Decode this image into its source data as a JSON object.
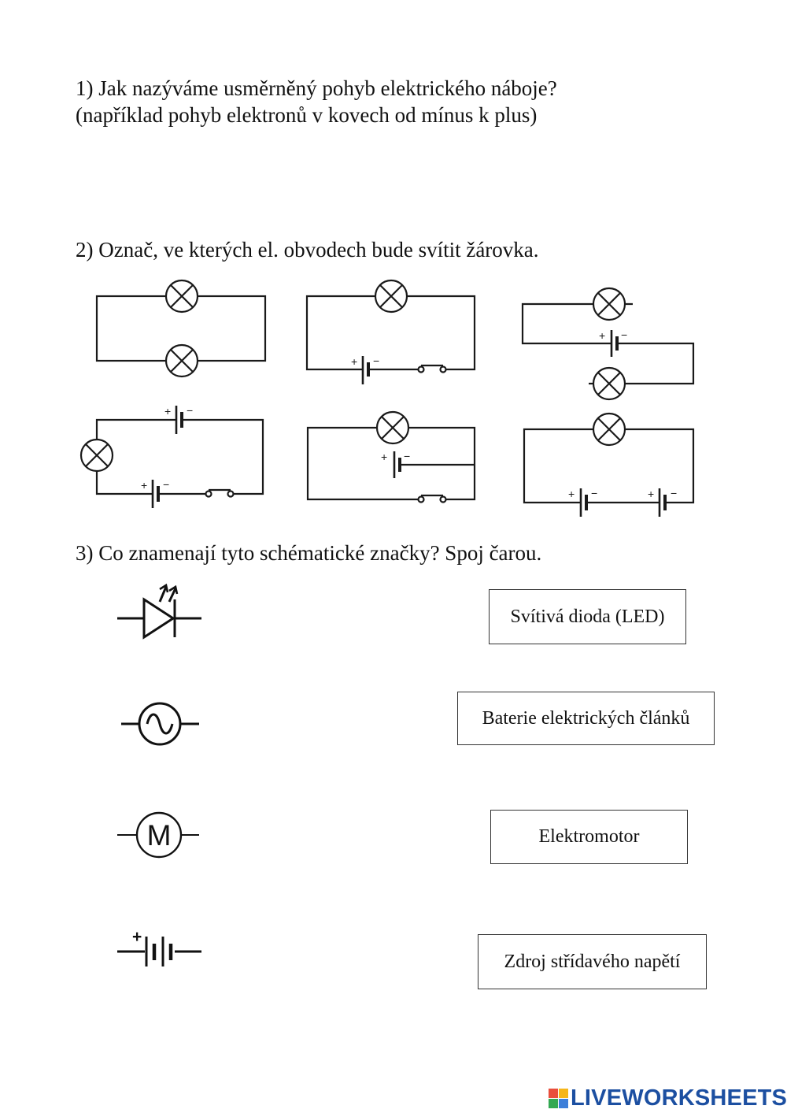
{
  "q1": {
    "line1": "1) Jak nazýváme usměrněný pohyb elektrického náboje?",
    "line2": "(například pohyb elektronů v kovech od mínus k plus)"
  },
  "q2": {
    "text": "2) Označ, ve kterých el. obvodech bude svítit žárovka.",
    "circuit_labels": {
      "plus": "+",
      "minus": "−"
    }
  },
  "q3": {
    "text": "3) Co znamenají tyto schématické značky? Spoj čarou.",
    "symbols": [
      {
        "icon": "led-symbol-icon"
      },
      {
        "icon": "ac-source-symbol-icon"
      },
      {
        "icon": "motor-symbol-icon",
        "label": "M"
      },
      {
        "icon": "battery-symbol-icon",
        "label": "+"
      }
    ],
    "answers": [
      "Svítivá dioda (LED)",
      "Baterie elektrických článků",
      "Elektromotor",
      "Zdroj střídavého napětí"
    ]
  },
  "footer": {
    "logo_text": "LIVEWORKSHEETS",
    "logo_colors": [
      "#e94e3c",
      "#f6b619",
      "#33a852",
      "#3d7fd9"
    ]
  }
}
